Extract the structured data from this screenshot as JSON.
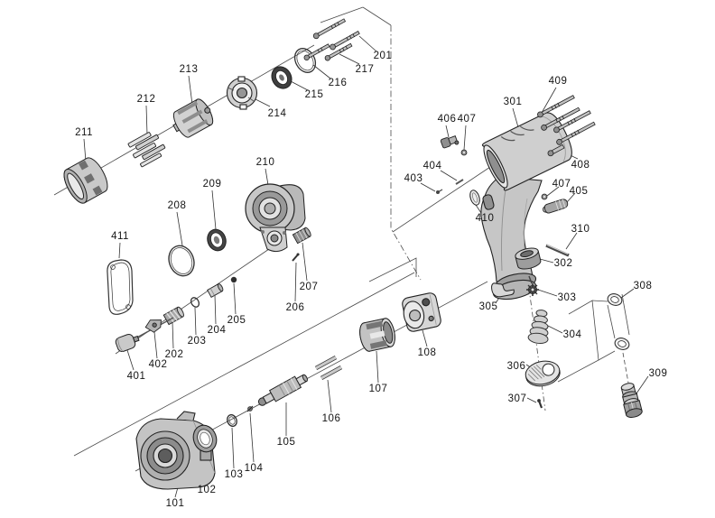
{
  "figure": {
    "kind": "exploded-parts-diagram"
  },
  "colors": {
    "line": "#222222",
    "background": "#ffffff",
    "fill_light": "#d6d6d6",
    "fill_mid": "#b5b5b5",
    "fill_dark": "#777777"
  },
  "labels": {
    "101": "101",
    "102": "102",
    "103": "103",
    "104": "104",
    "105": "105",
    "106": "106",
    "107": "107",
    "108": "108",
    "201": "201",
    "202": "202",
    "203": "203",
    "204": "204",
    "205": "205",
    "206": "206",
    "207": "207",
    "208": "208",
    "209": "209",
    "210": "210",
    "211": "211",
    "212": "212",
    "213": "213",
    "214": "214",
    "215": "215",
    "216": "216",
    "217": "217",
    "301": "301",
    "302": "302",
    "303": "303",
    "304": "304",
    "305": "305",
    "306": "306",
    "307": "307",
    "308": "308",
    "309": "309",
    "310": "310",
    "401": "401",
    "402": "402",
    "403": "403",
    "404": "404",
    "405": "405",
    "406": "406",
    "407a": "407",
    "407b": "407",
    "408": "408",
    "409": "409",
    "410": "410",
    "411": "411"
  }
}
